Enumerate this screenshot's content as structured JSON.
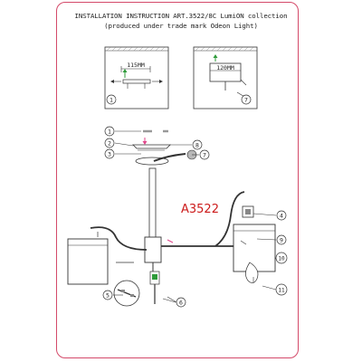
{
  "header": {
    "title_line1": "INSTALLATION INSTRUCTION ART.3522/8C LumiON collection",
    "title_line2": "(produced under trade mark Odeon Light)"
  },
  "detail_left": {
    "dimension": "115MM",
    "step": "1"
  },
  "detail_right": {
    "dimension": "120MM",
    "step": "7"
  },
  "model_label": "A3522",
  "callouts": [
    "1",
    "2",
    "3",
    "4",
    "5",
    "6",
    "7",
    "8",
    "9",
    "10",
    "11"
  ],
  "colors": {
    "frame": "#d44a6a",
    "model_label": "#cc1b1b",
    "line": "#333333",
    "arrow_green": "#2e9b3a",
    "arrow_pink": "#e0458a"
  }
}
